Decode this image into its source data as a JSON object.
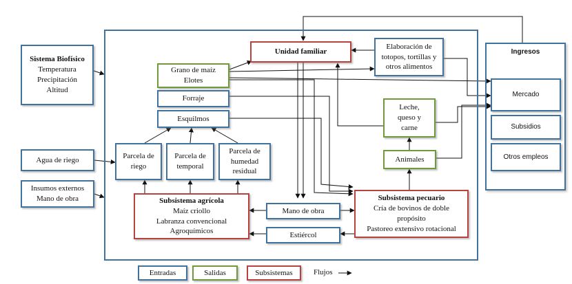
{
  "nodes": {
    "sistema_biofisico": {
      "title": "Sistema Biofísico",
      "lines": [
        "Temperatura",
        "Precipitación",
        "Altitud"
      ]
    },
    "agua_riego": {
      "label": "Agua de riego"
    },
    "insumos": {
      "lines": [
        "Insumos externos",
        "Mano de obra"
      ]
    },
    "unidad_familiar": {
      "label": "Unidad familiar"
    },
    "elaboracion": {
      "lines": [
        "Elaboración de",
        "totopos, tortillas y",
        "otros alimentos"
      ]
    },
    "grano_maiz": {
      "lines": [
        "Grano de maíz",
        "Elotes"
      ]
    },
    "forraje": {
      "label": "Forraje"
    },
    "esquilmos": {
      "label": "Esquilmos"
    },
    "parcela_riego": {
      "lines": [
        "Parcela de",
        "riego"
      ]
    },
    "parcela_temporal": {
      "lines": [
        "Parcela de",
        "temporal"
      ]
    },
    "parcela_humedad": {
      "lines": [
        "Parcela de",
        "humedad",
        "residual"
      ]
    },
    "leche": {
      "lines": [
        "Leche,",
        "queso y",
        "carne"
      ]
    },
    "animales": {
      "label": "Animales"
    },
    "subsistema_agricola": {
      "title": "Subsistema agrícola",
      "lines": [
        "Maíz criollo",
        "Labranza convencional",
        "Agroquímicos"
      ]
    },
    "subsistema_pecuario": {
      "title": "Subsistema pecuario",
      "lines": [
        "Cría de bovinos de doble",
        "propósito",
        "Pastoreo extensivo rotacional"
      ]
    },
    "mano_obra": {
      "label": "Mano de obra"
    },
    "estiercol": {
      "label": "Estiércol"
    },
    "ingresos": {
      "title": "Ingresos"
    },
    "mercado": {
      "label": "Mercado"
    },
    "subsidios": {
      "label": "Subsidios"
    },
    "otros_empleos": {
      "label": "Otros empleos"
    }
  },
  "legend": {
    "entradas": "Entradas",
    "salidas": "Salidas",
    "subsistemas": "Subsistemas",
    "flujos": "Flujos"
  },
  "colors": {
    "entradas": "#41729f",
    "salidas": "#6f9a3a",
    "subsistemas": "#b8403d",
    "arrow": "#111111"
  }
}
